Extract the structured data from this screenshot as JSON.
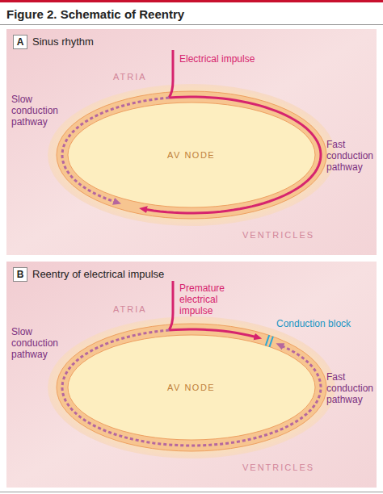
{
  "diagram": {
    "title": "Figure 2. Schematic of Reentry",
    "nodes": [
      {
        "text": [
          "A",
          "Sinus rhythm"
        ]
      },
      {
        "text": [
          "AV NODE"
        ],
        "in": 0
      },
      {
        "text": [
          "B",
          "Reentry of electrical impulse"
        ]
      },
      {
        "text": [
          "AV NODE"
        ],
        "in": 2
      }
    ],
    "labels": [
      "ATRIA",
      "Electrical impulse",
      "Slow conduction pathway",
      "Fast conduction pathway",
      "VENTRICLES",
      "ATRIA",
      "Premature electrical impulse",
      "Conduction block",
      "Slow conduction pathway",
      "Fast conduction pathway",
      "VENTRICLES"
    ]
  }
}
